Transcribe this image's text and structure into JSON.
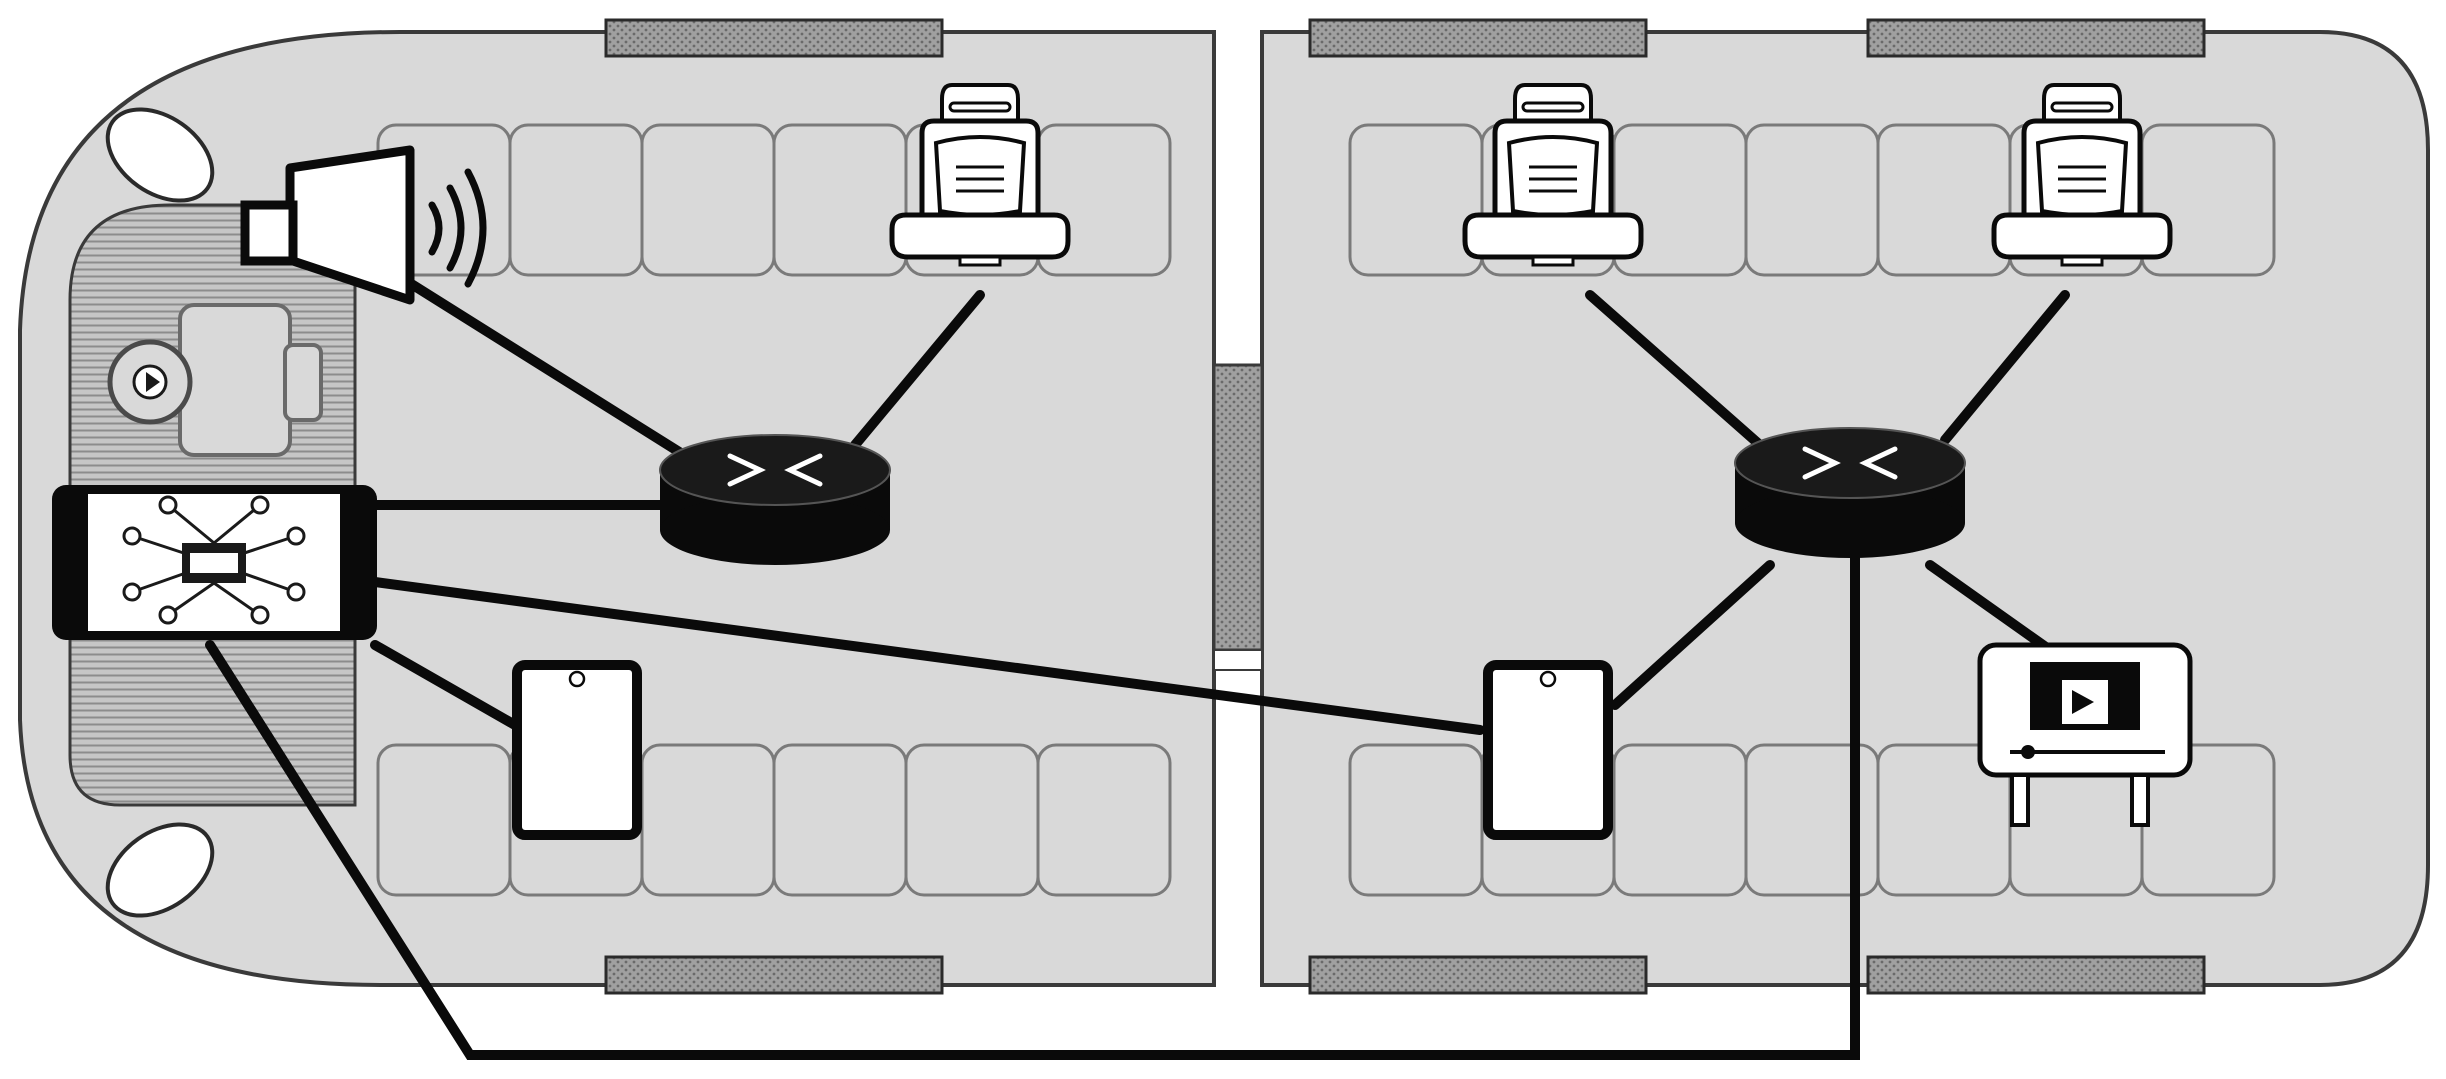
{
  "colors": {
    "background": "#ffffff",
    "car_fill": "#d9d9d9",
    "outline": "#3a3a3a",
    "line": "#0a0a0a",
    "door": "#9a9a9a",
    "hatch_bg": "#bdbdbd",
    "seat_outline": "#7a7a7a",
    "device_fill": "#ffffff"
  },
  "nodes": {
    "car_body_1": "leading-car",
    "car_body_2": "trailing-car",
    "cab": "driver-cab",
    "controller": "network-controller-icon",
    "switch_1": "network-switch-icon",
    "switch_2": "network-switch-icon",
    "speaker": "loudspeaker-icon",
    "tablet_1": "tablet-device-icon",
    "tablet_2": "tablet-device-icon",
    "seat_1": "passenger-seat-icon",
    "seat_2": "passenger-seat-icon",
    "seat_3": "passenger-seat-icon",
    "display": "video-display-icon",
    "steering": "steering-wheel-icon"
  },
  "connections": [
    [
      "controller",
      "switch_1"
    ],
    [
      "controller",
      "tablet_1"
    ],
    [
      "controller",
      "tablet_2"
    ],
    [
      "controller",
      "switch_2"
    ],
    [
      "switch_1",
      "speaker"
    ],
    [
      "switch_1",
      "seat_1"
    ],
    [
      "switch_2",
      "seat_2"
    ],
    [
      "switch_2",
      "seat_3"
    ],
    [
      "switch_2",
      "tablet_2"
    ],
    [
      "switch_2",
      "display"
    ]
  ]
}
